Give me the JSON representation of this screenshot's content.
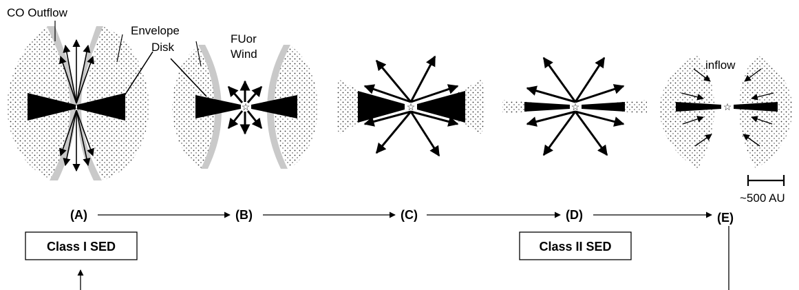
{
  "labels": {
    "co_outflow": "CO Outflow",
    "envelope": "Envelope",
    "disk": "Disk",
    "fuor_line1": "FUor",
    "fuor_line2": "Wind",
    "inflow": "inflow",
    "scale": "~500 AU"
  },
  "stages": [
    "(A)",
    "(B)",
    "(C)",
    "(D)",
    "(E)"
  ],
  "sed_classes": {
    "class1": "Class I SED",
    "class2": "Class II SED"
  },
  "colors": {
    "ink": "#000000",
    "envelope_dots": "#2a2a2a",
    "outflow_cavity": "#c9c9c9",
    "background": "#ffffff"
  }
}
